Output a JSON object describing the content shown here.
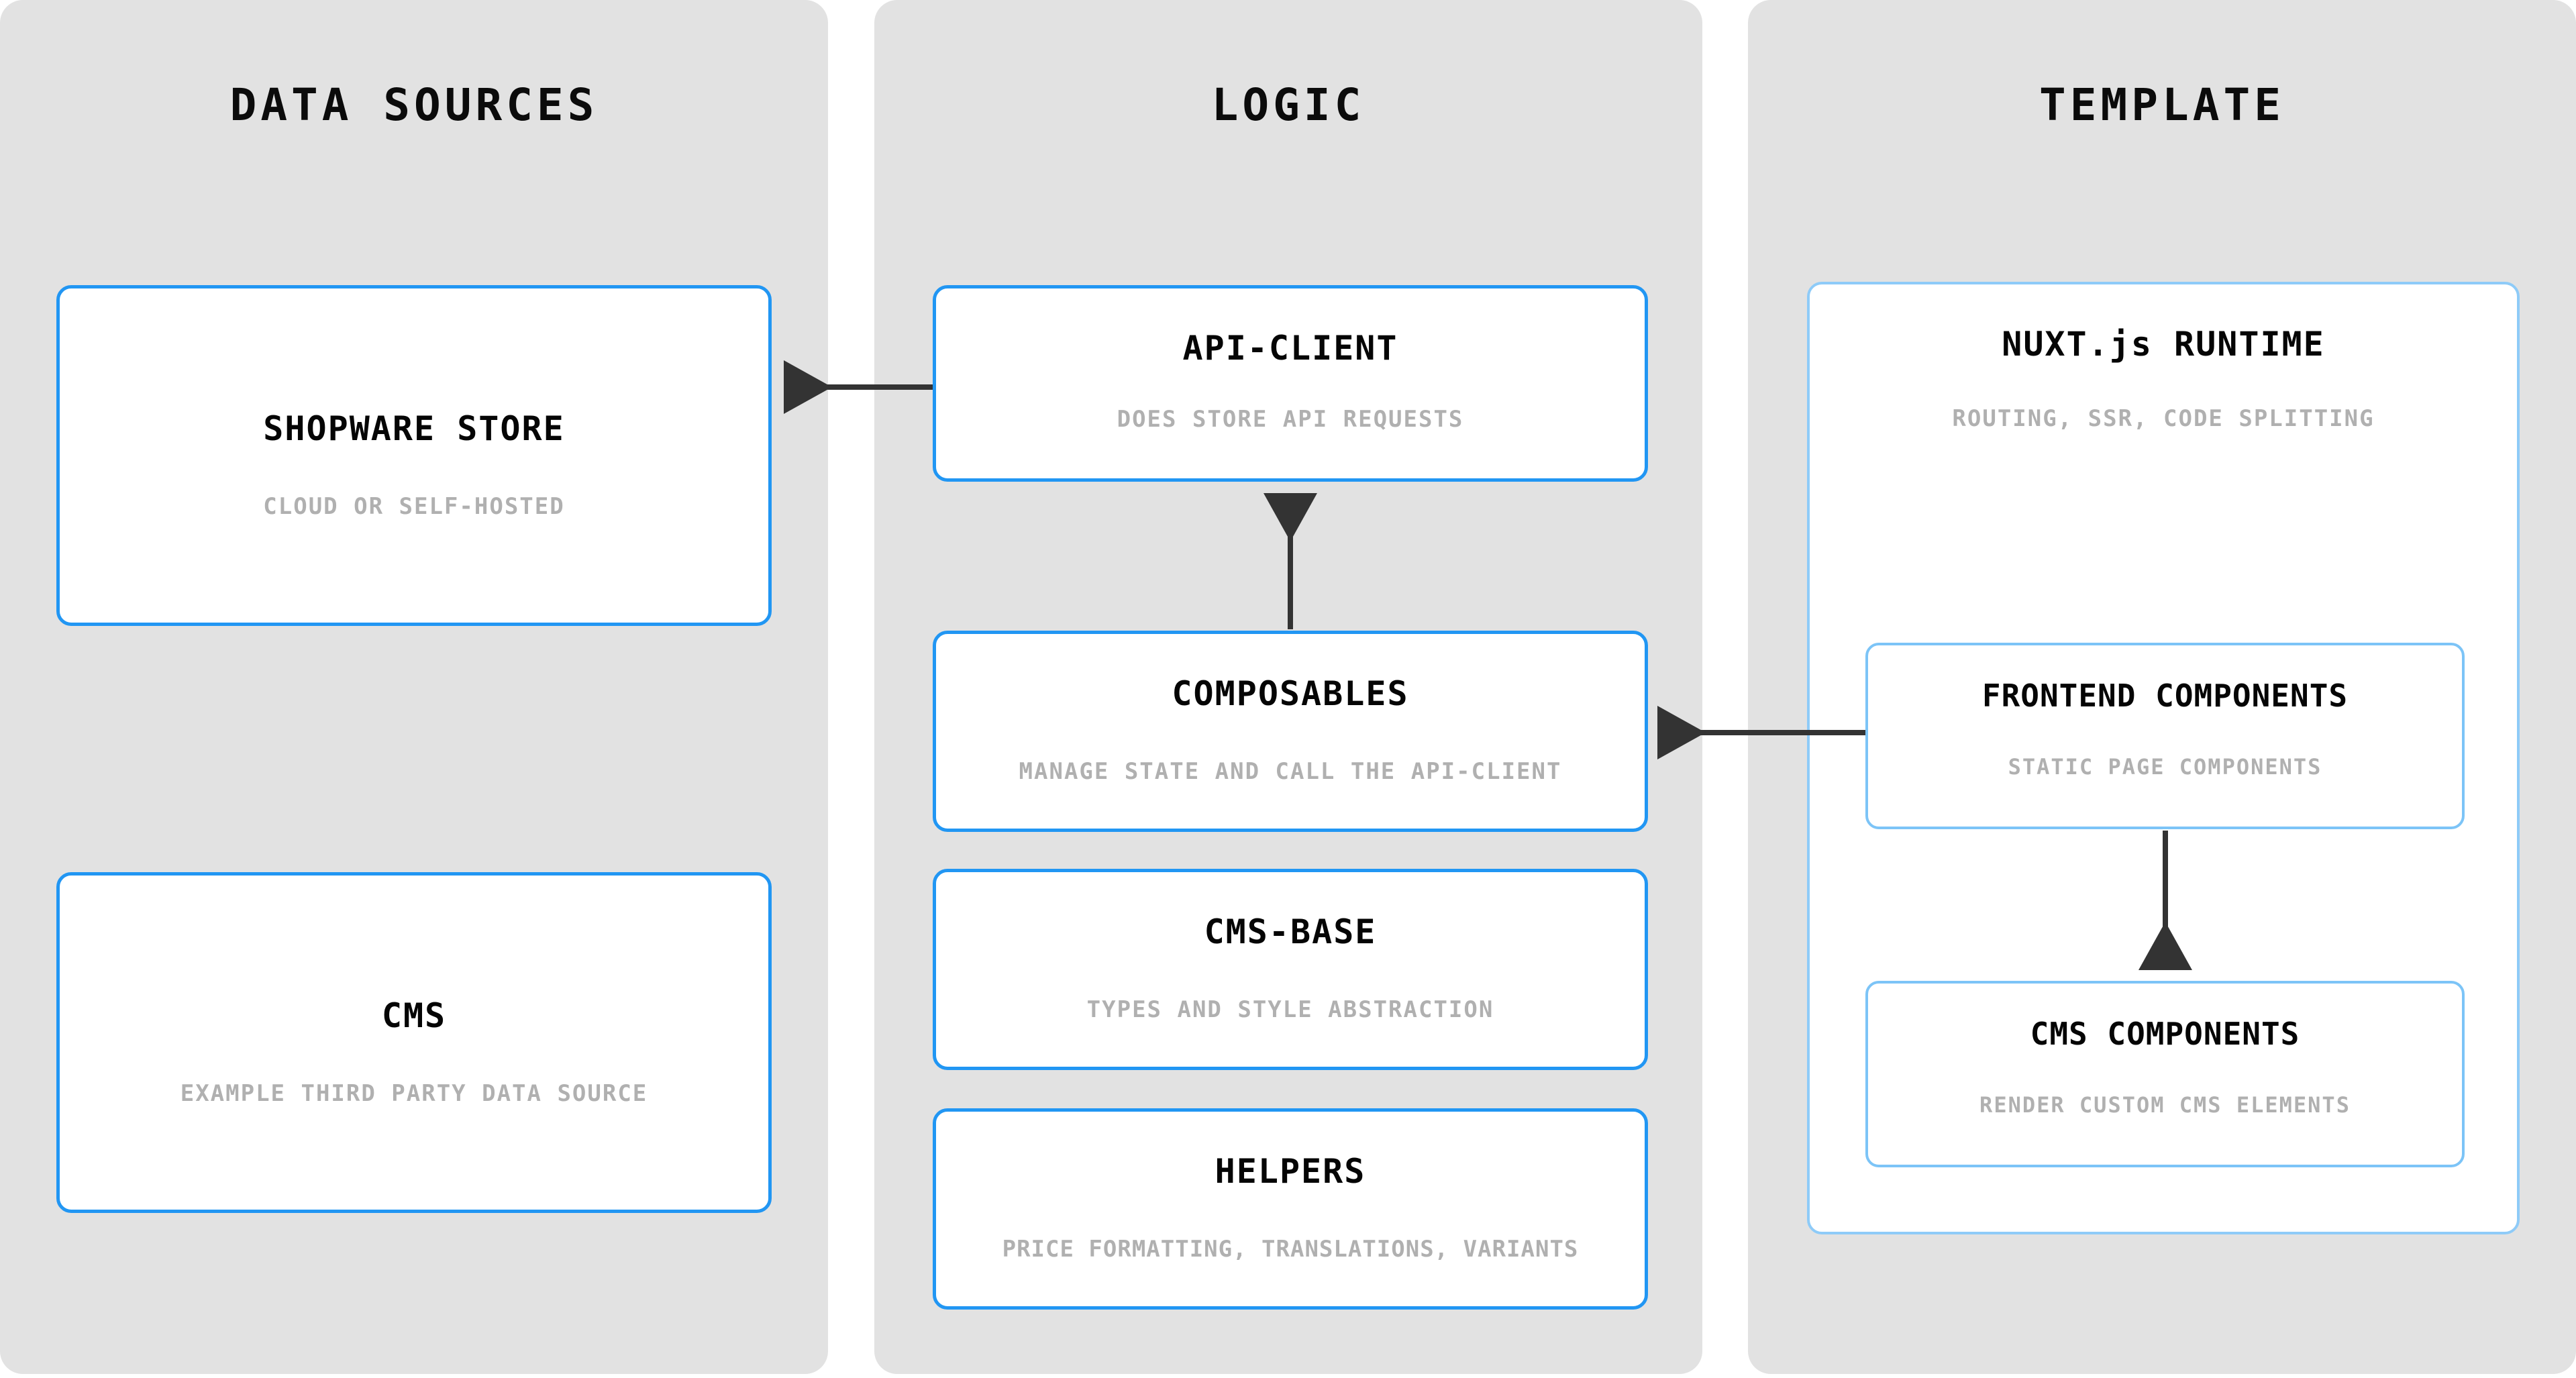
{
  "diagram": {
    "type": "architecture-layers",
    "columns": [
      {
        "id": "data-sources",
        "title": "DATA SOURCES",
        "cards": [
          {
            "id": "shopware-store",
            "title": "SHOPWARE STORE",
            "subtitle": "CLOUD OR SELF-HOSTED"
          },
          {
            "id": "cms",
            "title": "CMS",
            "subtitle": "EXAMPLE THIRD PARTY DATA SOURCE"
          }
        ]
      },
      {
        "id": "logic",
        "title": "LOGIC",
        "cards": [
          {
            "id": "api-client",
            "title": "API-CLIENT",
            "subtitle": "DOES STORE API REQUESTS"
          },
          {
            "id": "composables",
            "title": "COMPOSABLES",
            "subtitle": "MANAGE STATE AND CALL THE API-CLIENT"
          },
          {
            "id": "cms-base",
            "title": "CMS-BASE",
            "subtitle": "TYPES AND STYLE ABSTRACTION"
          },
          {
            "id": "helpers",
            "title": "HELPERS",
            "subtitle": "PRICE FORMATTING, TRANSLATIONS, VARIANTS"
          }
        ]
      },
      {
        "id": "template",
        "title": "TEMPLATE",
        "cards": [
          {
            "id": "nuxt-runtime",
            "title": "NUXT.js RUNTIME",
            "subtitle": "ROUTING, SSR, CODE SPLITTING"
          },
          {
            "id": "frontend-components",
            "title": "FRONTEND COMPONENTS",
            "subtitle": "STATIC PAGE COMPONENTS"
          },
          {
            "id": "cms-components",
            "title": "CMS COMPONENTS",
            "subtitle": "RENDER CUSTOM CMS ELEMENTS"
          }
        ]
      }
    ],
    "edges": [
      {
        "id": "api-client-to-shopware-store",
        "from": "api-client",
        "to": "shopware-store",
        "direction": "left"
      },
      {
        "id": "composables-to-api-client",
        "from": "composables",
        "to": "api-client",
        "direction": "up"
      },
      {
        "id": "frontend-components-to-composables",
        "from": "frontend-components",
        "to": "composables",
        "direction": "left"
      },
      {
        "id": "frontend-components-to-cms-components",
        "from": "frontend-components",
        "to": "cms-components",
        "direction": "down"
      }
    ],
    "colors": {
      "panel_background": "#e2e2e2",
      "card_background": "#ffffff",
      "card_border": "#2196f3",
      "nested_card_border": "#7cc4f7",
      "title_text": "#050505",
      "subtitle_text": "#b0b0b0",
      "edge": "#333333",
      "page_background": "#ffffff"
    }
  }
}
